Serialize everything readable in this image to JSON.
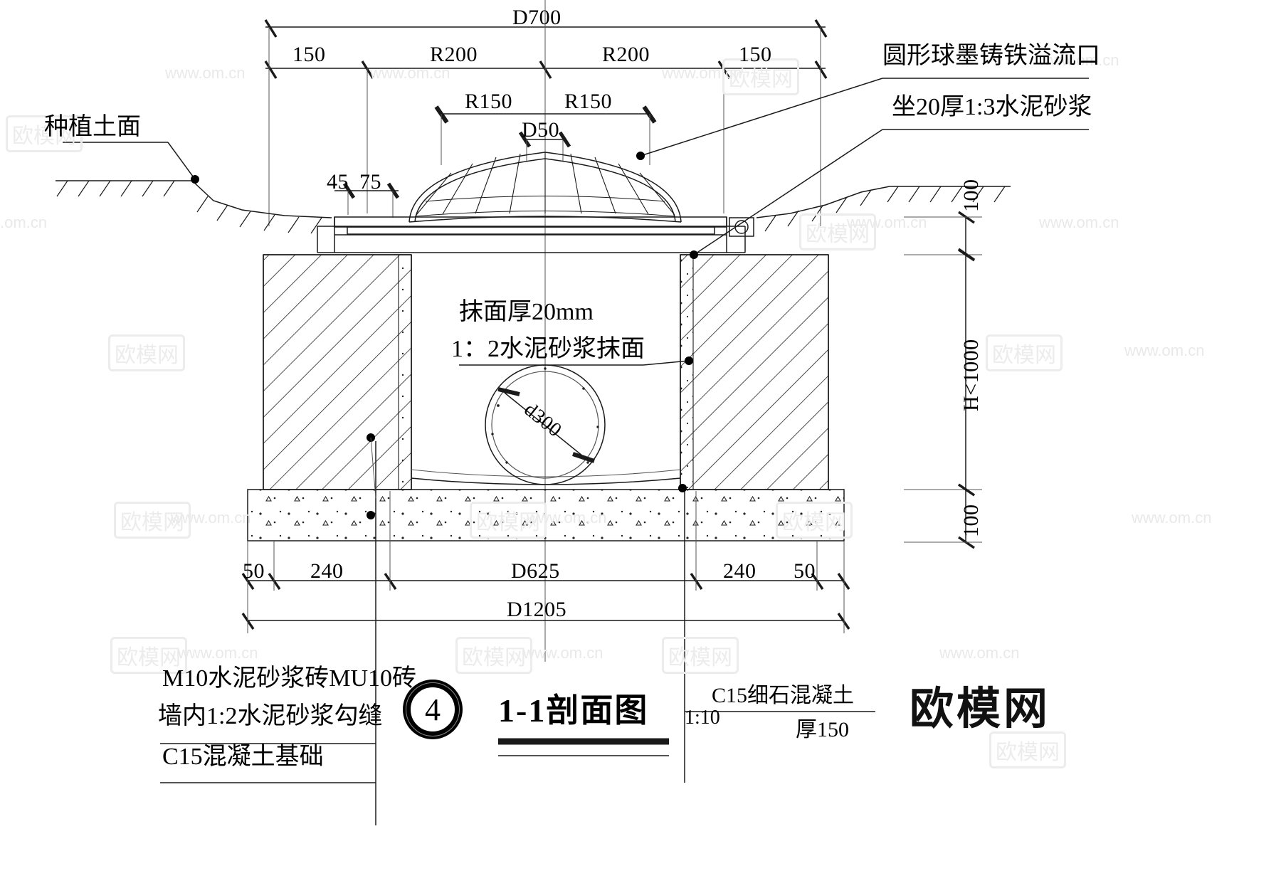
{
  "drawing": {
    "title": "1-1剖面图",
    "scale": "1:10",
    "detail_number": "4",
    "watermark_text": "欧模网",
    "watermark_url": "www.om.cn"
  },
  "dimensions": {
    "top_overall": "D700",
    "top_left_150": "150",
    "top_r200_left": "R200",
    "top_r200_right": "R200",
    "top_right_150": "150",
    "r150_left": "R150",
    "r150_right": "R150",
    "d50": "D50",
    "d45": "45",
    "d75": "75",
    "bottom_50_left": "50",
    "bottom_240_left": "240",
    "bottom_d625": "D625",
    "bottom_240_right": "240",
    "bottom_50_right": "50",
    "bottom_overall": "D1205",
    "right_100_top": "100",
    "right_h": "H<1000",
    "right_100_bottom": "100",
    "pipe": "d300"
  },
  "annotations": {
    "left_ground": "种植土面",
    "right_top": "圆形球墨铸铁溢流口",
    "right_second": "坐20厚1:3水泥砂浆",
    "center_line1": "抹面厚20mm",
    "center_line2": "1：2水泥砂浆抹面",
    "bottom_left_line1": "M10水泥砂浆砖MU10砖",
    "bottom_left_line2": "墙内1:2水泥砂浆勾缝",
    "bottom_left_line3": "C15混凝土基础",
    "bottom_right_line1": "C15细石混凝土",
    "bottom_right_line2": "厚150"
  },
  "colors": {
    "line": "#1a1a1a",
    "thin": "#555555",
    "hatch": "#333333",
    "watermark": "#ececec"
  }
}
